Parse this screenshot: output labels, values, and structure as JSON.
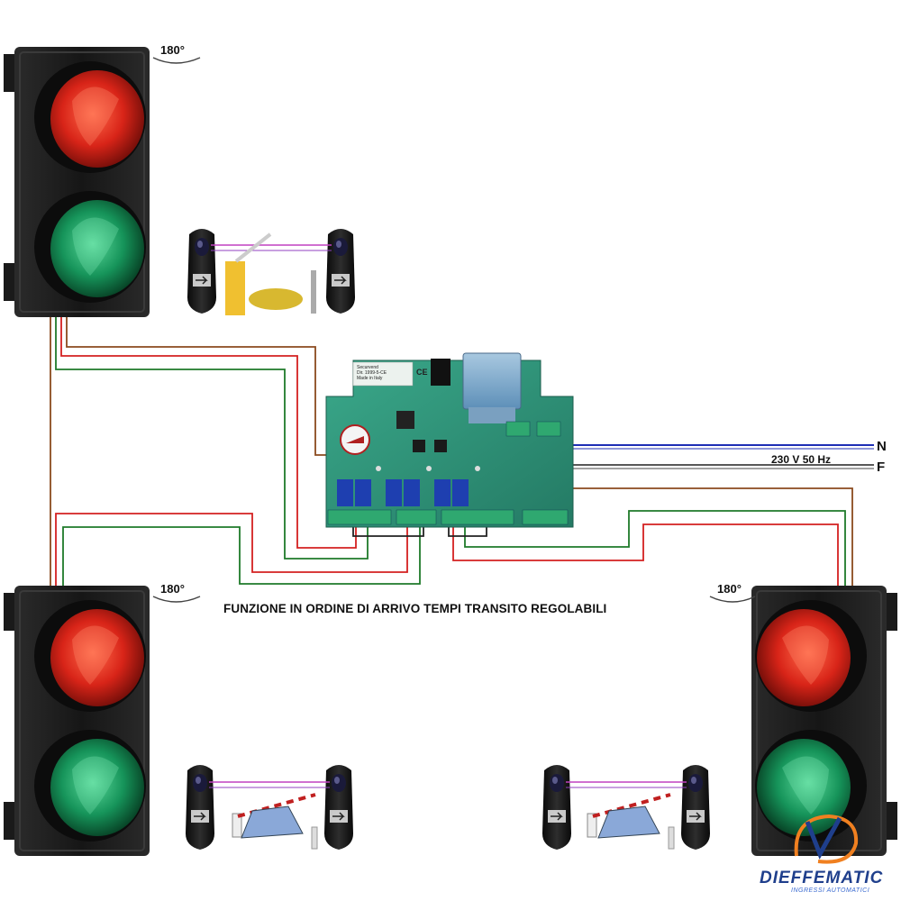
{
  "diagram": {
    "caption": "FUNZIONE IN ORDINE DI ARRIVO TEMPI TRANSITO REGOLABILI",
    "power": {
      "label": "230 V 50 Hz",
      "terminal_n": "N",
      "terminal_f": "F"
    },
    "rotation_label": "180°",
    "board": {
      "line1": "Securvend",
      "line2": "Dir. 1999-5-CE",
      "line3": "Made in Italy",
      "mark": "CE"
    },
    "logo": {
      "name": "DIEFFEMATIC",
      "tagline": "INGRESSI AUTOMATICI"
    }
  },
  "colors": {
    "wire_brown": "#8b4a1e",
    "wire_red": "#d42020",
    "wire_green": "#1f7a2a",
    "wire_blue": "#1e2fb5",
    "wire_black": "#222222",
    "board_green": "#2e8f78",
    "lamp_red": "#e02a20",
    "lamp_green": "#1aa060",
    "housing": "#1c1c1c",
    "brand_blue": "#1f3f8c",
    "brand_orange": "#f08020"
  }
}
